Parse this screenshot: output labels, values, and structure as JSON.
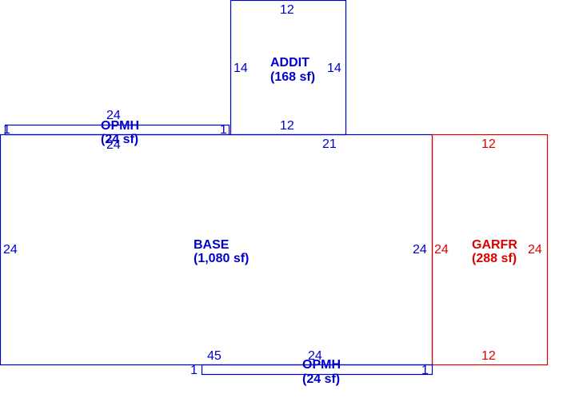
{
  "colors": {
    "main": "#0000cc",
    "garage": "#dd0000"
  },
  "areas": [
    {
      "id": "base",
      "label": "BASE",
      "area": "(1,080 sf)",
      "color": "main",
      "dims": {
        "top": "21",
        "left": "24",
        "right": "24",
        "bottom": "45"
      }
    },
    {
      "id": "addit",
      "label": "ADDIT",
      "area": "(168 sf)",
      "color": "main",
      "dims": {
        "top": "12",
        "left": "14",
        "right": "14",
        "bottom": "12"
      }
    },
    {
      "id": "garfr",
      "label": "GARFR",
      "area": "(288 sf)",
      "color": "garage",
      "dims": {
        "top": "12",
        "left": "24",
        "right": "24",
        "bottom": "12"
      }
    },
    {
      "id": "opmh-top",
      "label": "OPMH",
      "area": "(24 sf)",
      "color": "main",
      "dims": {
        "top": "24",
        "bottom": "24",
        "left": "1",
        "right": "1"
      }
    },
    {
      "id": "opmh-bottom",
      "label": "OPMH",
      "area": "(24 sf)",
      "color": "main",
      "dims": {
        "top": "24",
        "left": "1",
        "right": "1"
      }
    }
  ]
}
